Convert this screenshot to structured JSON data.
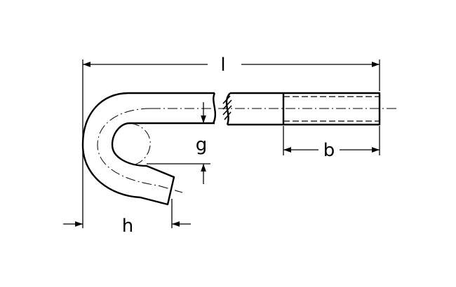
{
  "labels": {
    "overall_length": "l",
    "thread_length": "b",
    "gap": "g",
    "hook_width": "h"
  },
  "colors": {
    "line": "#000000",
    "background": "#ffffff"
  }
}
